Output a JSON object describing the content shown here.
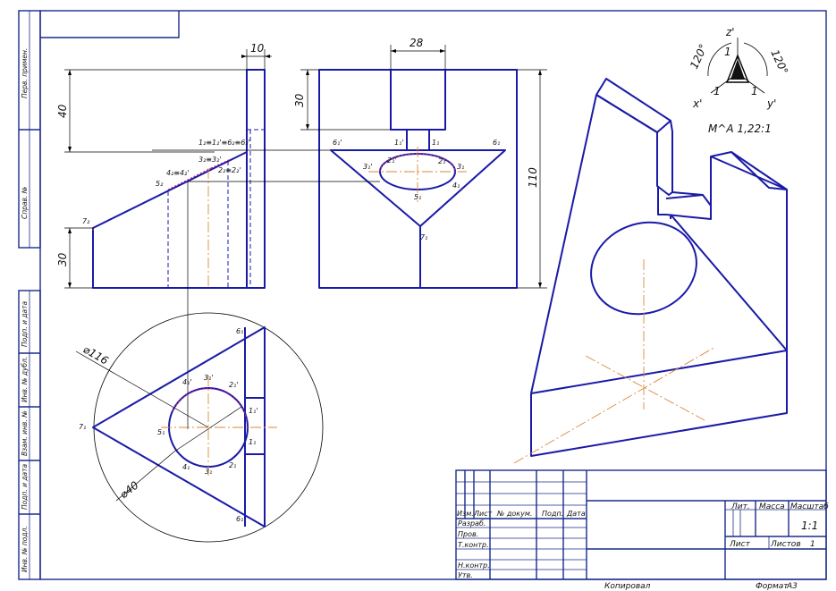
{
  "dimensions": {
    "width_10": "10",
    "height_40": "40",
    "height_30": "30",
    "width_28": "28",
    "height_30_front": "30",
    "height_110": "110",
    "dia_116": "⌀116",
    "dia_40": "⌀40"
  },
  "axonometry": {
    "z": "z'",
    "x": "x'",
    "y": "y'",
    "angle_left": "120°",
    "angle_right": "120°",
    "one_top": "1",
    "one_left": "1",
    "one_right": "1",
    "scale": "M^A 1,22:1"
  },
  "side_labels": [
    "Перв. примен.",
    "Справ. №",
    "Подп. и дата",
    "Инв. № дубл.",
    "Взам. инв. №",
    "Подп. и дата",
    "Инв. № подл."
  ],
  "points": {
    "p1": "1₂≡1₂'≡6₂≡6₂'",
    "p3": "3₂≡3₂'",
    "p4": "4₂≡4₂'",
    "p2": "2₂≡2₂'",
    "p5": "5₂",
    "p7": "7₂",
    "f6": "6₁'",
    "f1a": "1₁'",
    "f1b": "1₁",
    "f6b": "6₁",
    "f2a": "2₁'",
    "f2b": "2₁",
    "f3a": "3₁'",
    "f3b": "3₁",
    "f4": "4₁",
    "f5": "5₁",
    "f7": "7₁",
    "t6a": "6₁'",
    "t4a": "4₁'",
    "t3a": "3₁'",
    "t2a": "2₁'",
    "t1a": "1₁'",
    "t7": "7₁",
    "t5": "5₁",
    "t1": "1₁",
    "t4": "4₁",
    "t3": "3₁",
    "t2": "2₁",
    "t6": "6₁"
  },
  "title_block": {
    "izm": "Изм.",
    "list": "Лист",
    "ndokum": "№ докум.",
    "podp": "Подп.",
    "data": "Дата",
    "razrab": "Разраб.",
    "prov": "Пров.",
    "tkontr": "Т.контр.",
    "nkontr": "Н.контр.",
    "utv": "Утв.",
    "lit": "Лит.",
    "massa": "Масса",
    "masshtab": "Масштаб",
    "scale_value": "1:1",
    "sheet": "Лист",
    "sheets": "Листов",
    "sheets_value": "1",
    "copied": "Копировал",
    "format": "Формат",
    "format_value": "А3"
  }
}
